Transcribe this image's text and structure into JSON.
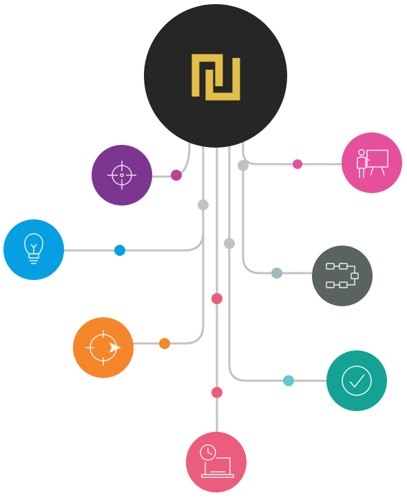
{
  "hub": {
    "logo": "shekel-logo-icon",
    "fill": "#262626",
    "logo_color": "#e4bf47"
  },
  "line_color": "#c2c2c4",
  "nodes": [
    {
      "id": "target",
      "icon": "crosshair-icon",
      "color": "#7c3590"
    },
    {
      "id": "presentation",
      "icon": "presentation-board-icon",
      "color": "#e6509b"
    },
    {
      "id": "idea",
      "icon": "lightbulb-icon",
      "color": "#069fe2"
    },
    {
      "id": "workflow",
      "icon": "flowchart-icon",
      "color": "#5a6262"
    },
    {
      "id": "cycle",
      "icon": "cycle-arrow-icon",
      "color": "#f5862a"
    },
    {
      "id": "approve",
      "icon": "checkmark-icon",
      "color": "#13a294"
    },
    {
      "id": "schedule",
      "icon": "clock-laptop-icon",
      "color": "#ec5c7c"
    }
  ]
}
